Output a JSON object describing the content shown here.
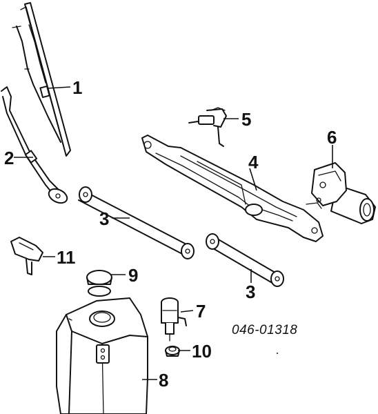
{
  "callouts": {
    "wiper_blade": "1",
    "wiper_arm": "2",
    "linkage_rod_upper": "3",
    "linkage_frame": "4",
    "washer_nozzle": "5",
    "wiper_motor": "6",
    "washer_pump": "7",
    "washer_reservoir": "8",
    "reservoir_cap": "9",
    "pump_grommet": "10",
    "headlamp_washer_jet": "11",
    "linkage_rod_lower": "3"
  },
  "catalog_code": "046-01318"
}
